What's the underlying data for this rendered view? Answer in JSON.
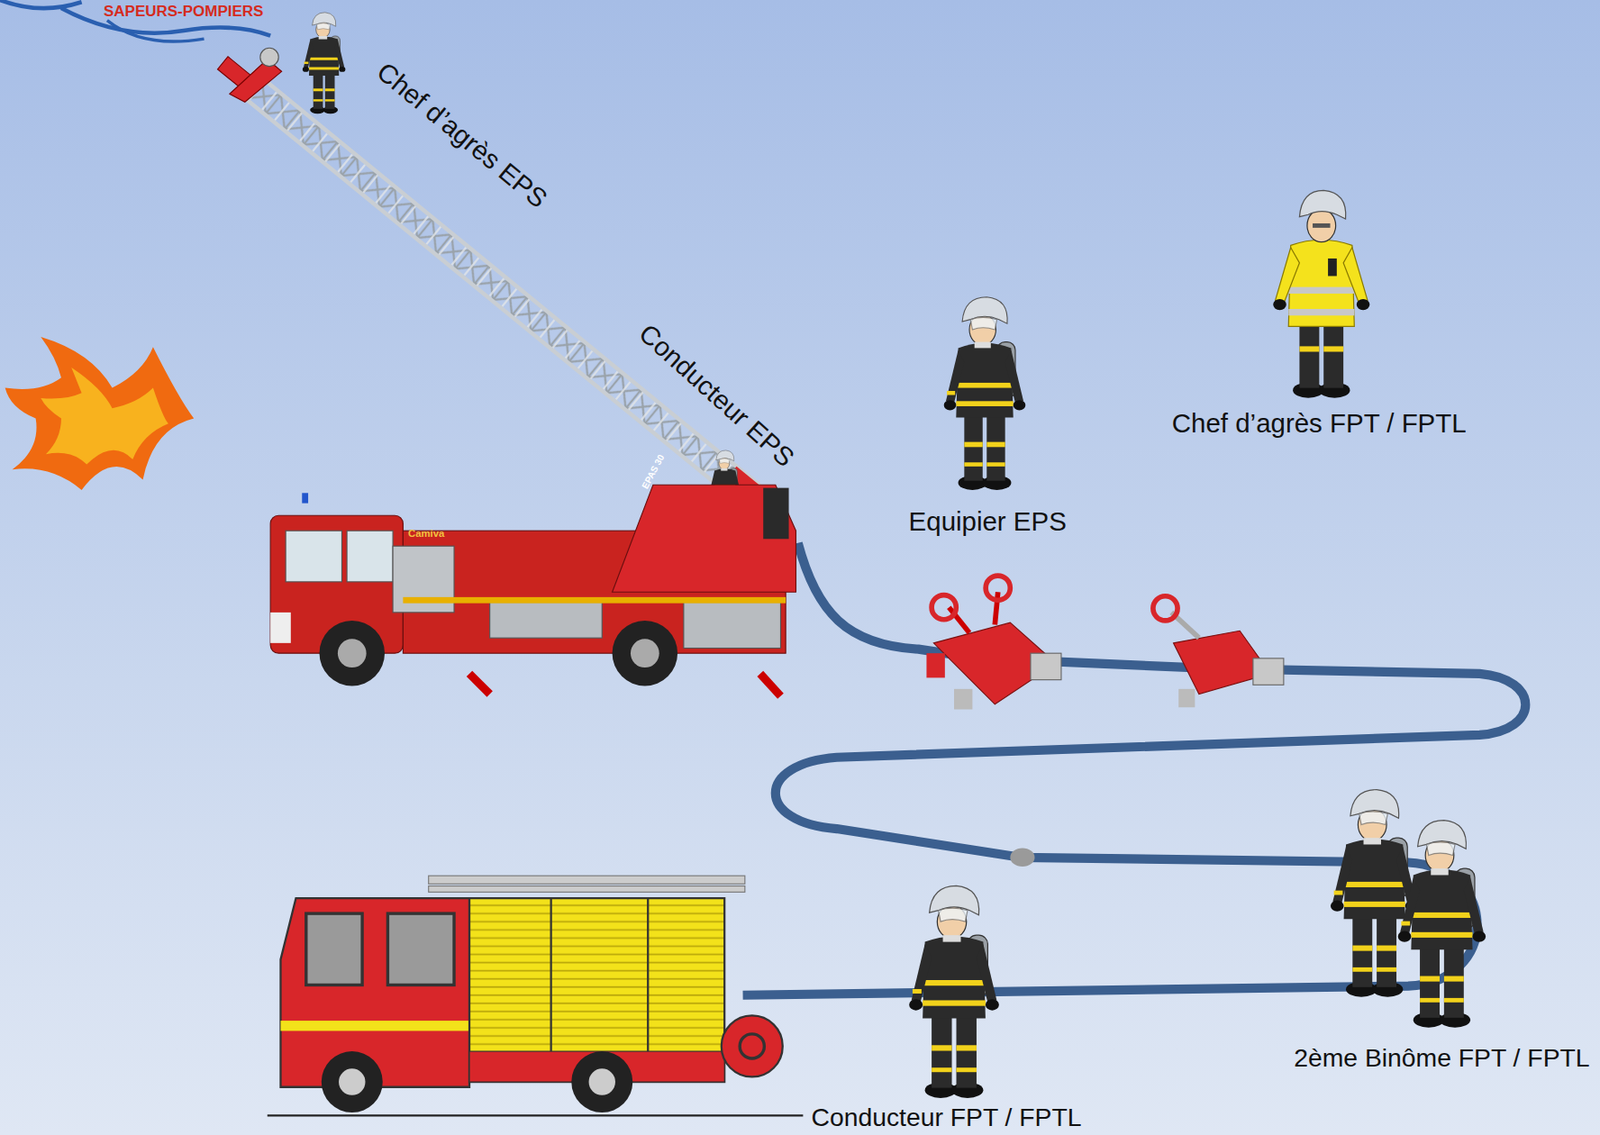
{
  "diagram": {
    "labels": [
      "SAPEURS-POMPIERS",
      "Chef d’agrès EPS",
      "Conducteur EPS",
      "Equipier EPS",
      "Chef d’agrès FPT / FPTL",
      "2ème Binôme FPT / FPTL",
      "Conducteur FPT / FPTL",
      "Camiva",
      "EPAS 30"
    ]
  }
}
